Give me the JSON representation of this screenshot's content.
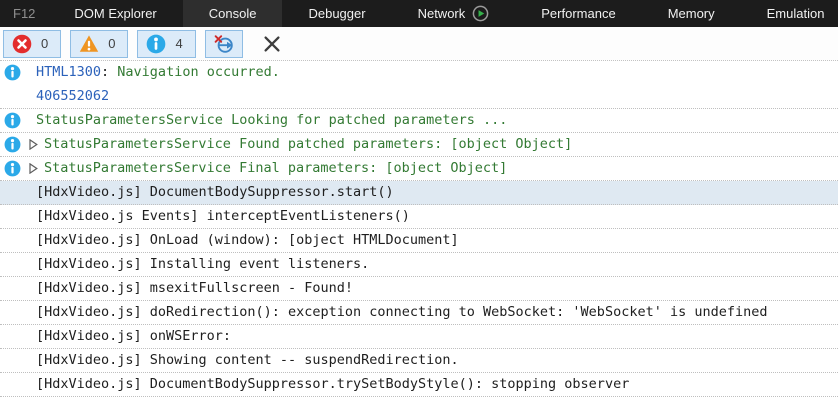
{
  "window_title": "F12 Developer Tools - Console",
  "colors": {
    "tabbar_bg": "#1c1c1c",
    "active_tab_bg": "#2e2e2e",
    "pressed_button_bg": "#dcebf9",
    "pressed_button_border": "#8fbde4",
    "selected_row_bg": "#dfe9f2",
    "info_icon_blue": "#2ba9e8",
    "error_icon_red": "#e32d2d",
    "warning_icon_orange": "#ef9522",
    "profiling_green": "#35b04a",
    "code_blue_text": "#2b61ba",
    "log_green_text": "#337a33",
    "log_default_text": "#1e1e1e"
  },
  "tabs": [
    {
      "label": "F12",
      "kind": "logo",
      "active": false
    },
    {
      "label": "DOM Explorer",
      "active": false
    },
    {
      "label": "Console",
      "active": true
    },
    {
      "label": "Debugger",
      "active": false
    },
    {
      "label": "Network",
      "active": false,
      "icon": "profiling-play-icon"
    },
    {
      "label": "Performance",
      "active": false
    },
    {
      "label": "Memory",
      "active": false
    },
    {
      "label": "Emulation",
      "active": false
    }
  ],
  "toolbar": {
    "buttons": [
      {
        "id": "filter-errors",
        "icon": "error-icon",
        "count": "0",
        "pressed": true
      },
      {
        "id": "filter-warnings",
        "icon": "warning-icon",
        "count": "0",
        "pressed": true
      },
      {
        "id": "filter-info",
        "icon": "info-icon",
        "count": "4",
        "pressed": true
      },
      {
        "id": "clear-on-navigate",
        "icon": "clear-on-navigate-icon",
        "pressed": true
      },
      {
        "id": "clear-console",
        "icon": "clear-icon",
        "pressed": false,
        "plain": true
      }
    ]
  },
  "console": {
    "messages": [
      {
        "icon": "info",
        "separator": false,
        "segments": [
          {
            "text": "HTML1300",
            "style": "blue"
          },
          {
            "text": ": ",
            "style": "default"
          },
          {
            "text": "Navigation occurred.",
            "style": "green"
          }
        ]
      },
      {
        "separator": true,
        "segments": [
          {
            "text": "406552062",
            "style": "blue"
          }
        ]
      },
      {
        "icon": "info",
        "separator": true,
        "segments": [
          {
            "text": "StatusParametersService Looking for patched parameters ...",
            "style": "green"
          }
        ]
      },
      {
        "icon": "info",
        "expandable": true,
        "separator": true,
        "segments": [
          {
            "text": "StatusParametersService Found patched parameters: [object Object]",
            "style": "green"
          }
        ]
      },
      {
        "icon": "info",
        "expandable": true,
        "separator": true,
        "segments": [
          {
            "text": "StatusParametersService Final parameters: [object Object]",
            "style": "green"
          }
        ]
      },
      {
        "selected": true,
        "separator": true,
        "segments": [
          {
            "text": "[HdxVideo.js] DocumentBodySuppressor.start()",
            "style": "default"
          }
        ]
      },
      {
        "separator": true,
        "segments": [
          {
            "text": "[HdxVideo.js Events] interceptEventListeners()",
            "style": "default"
          }
        ]
      },
      {
        "separator": true,
        "segments": [
          {
            "text": "[HdxVideo.js] OnLoad (window): [object HTMLDocument]",
            "style": "default"
          }
        ]
      },
      {
        "separator": true,
        "segments": [
          {
            "text": "[HdxVideo.js] Installing event listeners.",
            "style": "default"
          }
        ]
      },
      {
        "separator": true,
        "segments": [
          {
            "text": "[HdxVideo.js] msexitFullscreen - Found!",
            "style": "default"
          }
        ]
      },
      {
        "separator": true,
        "segments": [
          {
            "text": "[HdxVideo.js] doRedirection(): exception connecting to WebSocket: 'WebSocket' is undefined",
            "style": "default"
          }
        ]
      },
      {
        "separator": true,
        "segments": [
          {
            "text": "[HdxVideo.js] onWSError:",
            "style": "default"
          }
        ]
      },
      {
        "separator": true,
        "segments": [
          {
            "text": "[HdxVideo.js] Showing content -- suspendRedirection.",
            "style": "default"
          }
        ]
      },
      {
        "separator": true,
        "segments": [
          {
            "text": "[HdxVideo.js] DocumentBodySuppressor.trySetBodyStyle(): stopping observer",
            "style": "default"
          }
        ]
      }
    ]
  }
}
